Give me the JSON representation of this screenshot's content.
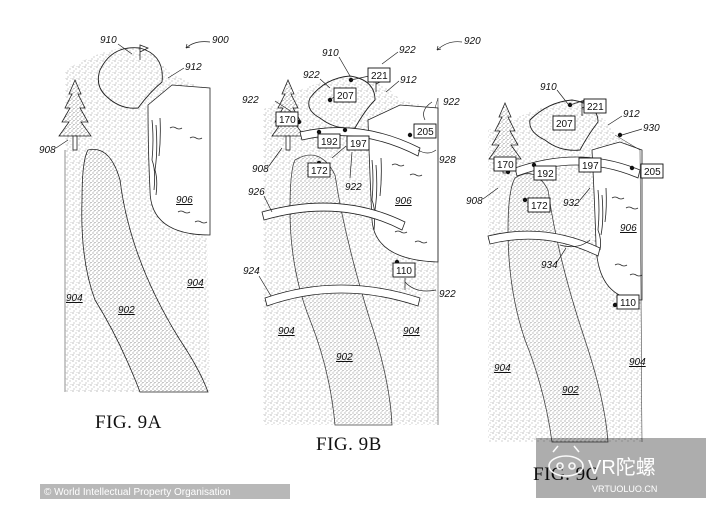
{
  "figures": [
    {
      "caption": "FIG. 9A",
      "labels": {
        "main": "900",
        "flag": "910",
        "rise": "912",
        "tree": "908",
        "water": "906",
        "ground_right": "904",
        "ground_left": "904",
        "path": "902"
      }
    },
    {
      "caption": "FIG. 9B",
      "labels": {
        "main": "920",
        "flag": "910",
        "flag_marker": "922",
        "rise": "912",
        "tree_marker": "922",
        "left_marker": "922",
        "right_marker": "922",
        "tree": "908",
        "line_a": "926",
        "line_b": "924",
        "line_c": "928",
        "center_marker": "922",
        "bottom_marker": "922",
        "water": "906",
        "ground_right": "904",
        "ground_left": "904",
        "path": "902"
      },
      "boxes": [
        "221",
        "207",
        "170",
        "192",
        "197",
        "205",
        "172",
        "110"
      ]
    },
    {
      "caption": "FIG. 9C",
      "labels": {
        "flag": "910",
        "rise": "912",
        "edge": "930",
        "tree": "908",
        "line_mark": "932",
        "lower_mark": "934",
        "water": "906",
        "ground_right": "904",
        "ground_left": "904",
        "path": "902"
      },
      "boxes": [
        "221",
        "207",
        "170",
        "192",
        "197",
        "205",
        "172",
        "110"
      ]
    }
  ],
  "credit": "© World Intellectual Property Organisation",
  "watermark": {
    "text": "VR陀螺",
    "url": "VRTUOLUO.CN"
  }
}
